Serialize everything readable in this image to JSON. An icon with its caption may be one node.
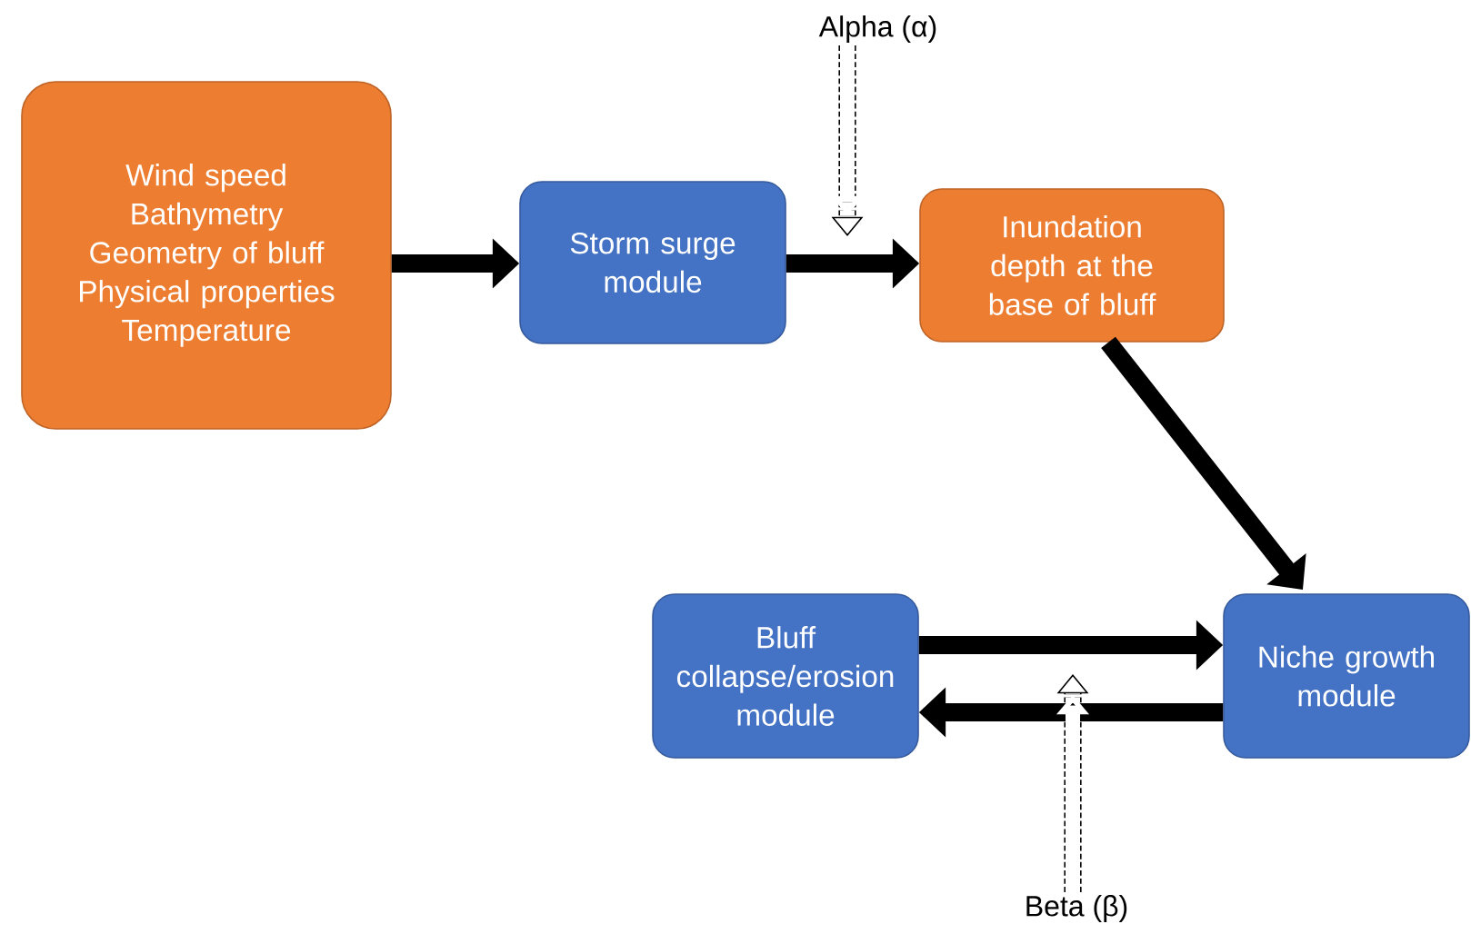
{
  "diagram": {
    "nodes": [
      {
        "text": [
          "Wind speed",
          "Bathymetry",
          "Geometry of bluff",
          "Physical properties",
          "Temperature"
        ]
      },
      {
        "text": [
          "Storm surge module"
        ]
      },
      {
        "text": [
          "Inundation depth at the base of bluff"
        ]
      },
      {
        "text": [
          "Niche growth module"
        ]
      },
      {
        "text": [
          "Bluff collapse/erosion module"
        ]
      },
      {
        "text": [
          "Alpha (α)"
        ]
      },
      {
        "text": [
          "Beta (β)"
        ]
      }
    ],
    "edges": [
      {
        "from": 0,
        "to": 1,
        "arrow": "to"
      },
      {
        "from": 1,
        "to": 2,
        "arrow": "to"
      },
      {
        "from": 2,
        "to": 3,
        "arrow": "to"
      },
      {
        "from": 4,
        "to": 3,
        "arrow": "to"
      },
      {
        "from": 3,
        "to": 4,
        "arrow": "to"
      },
      {
        "from": 5,
        "to": null,
        "arrow": "to",
        "style": "dashed"
      },
      {
        "from": 6,
        "to": null,
        "arrow": "to",
        "style": "dashed"
      }
    ]
  }
}
